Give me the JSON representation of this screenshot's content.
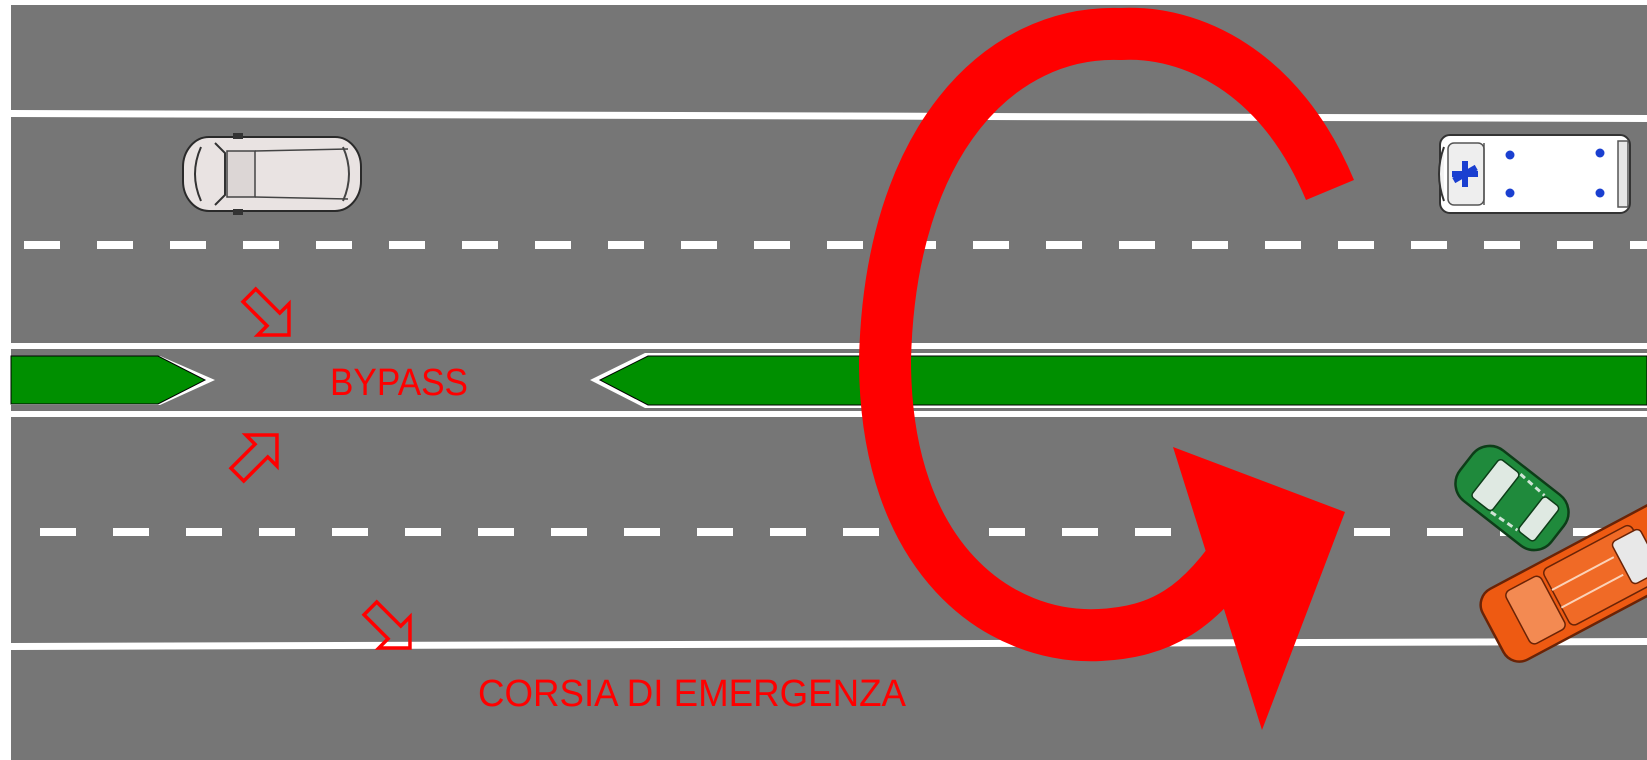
{
  "labels": {
    "bypass": "BYPASS",
    "emergency_lane": "CORSIA DI EMERGENZA"
  },
  "colors": {
    "road": "#767676",
    "lane_marking": "#ffffff",
    "median": "#009000",
    "annotation_red": "#ff0000",
    "ambulance_cross": "#1a3fd0",
    "car_green": "#1f8a3c",
    "car_orange": "#ee5a12",
    "car_silver": "#e8e2e0"
  },
  "vehicles": [
    {
      "kind": "car",
      "color": "silver"
    },
    {
      "kind": "ambulance",
      "color": "white"
    },
    {
      "kind": "car",
      "color": "green"
    },
    {
      "kind": "car",
      "color": "orange"
    }
  ],
  "icons": [
    "u-turn-arrow-icon",
    "lane-change-arrow-icon"
  ]
}
